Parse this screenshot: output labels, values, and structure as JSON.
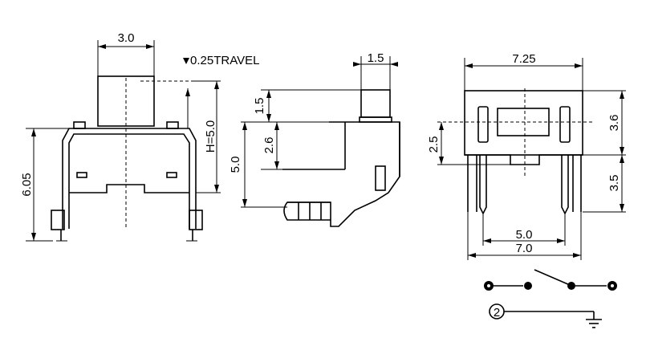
{
  "front_view": {
    "width_label": "3.0",
    "travel_label": "0.25TRAVEL",
    "height_label": "H=5.0",
    "overall_label": "6.05"
  },
  "side_view": {
    "actuator_width_label": "1.5",
    "actuator_height_label": "1.5",
    "body_height_label": "5.0",
    "offset_label": "2.6"
  },
  "bottom_view": {
    "length_label": "7.25",
    "left_offset_label": "2.5",
    "body_height_label": "3.6",
    "pin_length_label": "3.5",
    "pin_pitch_label": "5.0",
    "footprint_label": "7.0"
  },
  "schematic": {
    "ground_pin_label": "2"
  }
}
